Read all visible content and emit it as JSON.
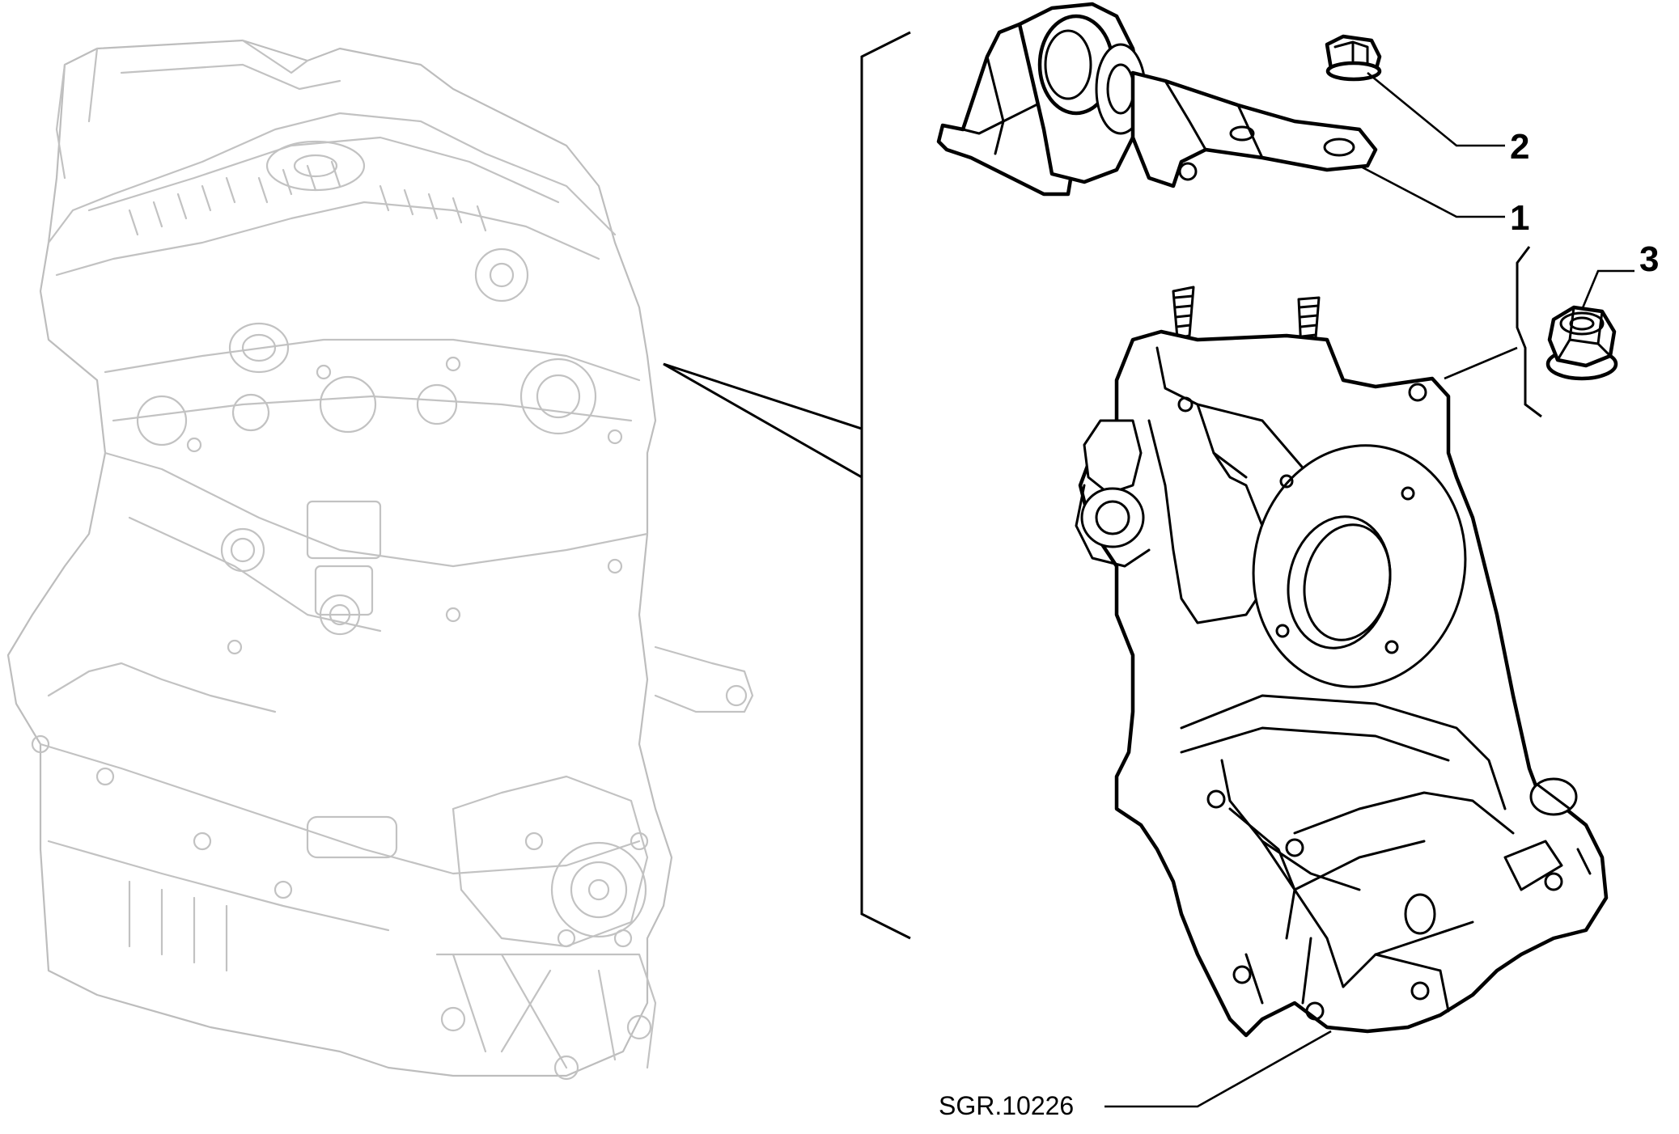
{
  "diagram": {
    "reference_code": "SGR.10226",
    "callouts": [
      {
        "id": "callout-1",
        "label": "1"
      },
      {
        "id": "callout-2",
        "label": "2"
      },
      {
        "id": "callout-3",
        "label": "3"
      }
    ]
  },
  "colors": {
    "ghost_engine": "#c2c2c2",
    "parts": "#000000",
    "background": "#ffffff"
  }
}
